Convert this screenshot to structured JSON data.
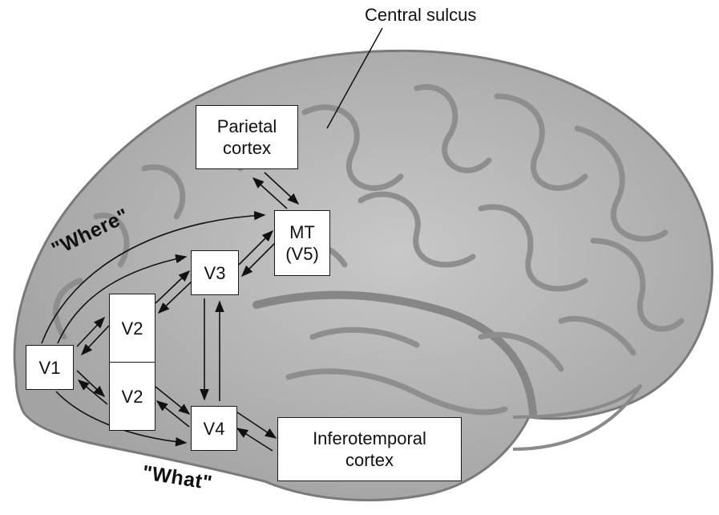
{
  "labels": {
    "central_sulcus": "Central sulcus",
    "where_stream": "\"Where\"",
    "what_stream": "\"What\""
  },
  "areas": {
    "parietal": {
      "line1": "Parietal",
      "line2": "cortex"
    },
    "mt": {
      "line1": "MT",
      "line2": "(V5)"
    },
    "v3": {
      "label": "V3"
    },
    "v2_upper": {
      "label": "V2"
    },
    "v2_lower": {
      "label": "V2"
    },
    "v1": {
      "label": "V1"
    },
    "v4": {
      "label": "V4"
    },
    "inferotemporal": {
      "line1": "Inferotemporal",
      "line2": "cortex"
    }
  },
  "colors": {
    "brain_fill": "#b9b9b9",
    "brain_outline": "#7a7a7a",
    "gyri": "#8e8e8e",
    "ink": "#111111",
    "box_fill": "#ffffff"
  }
}
